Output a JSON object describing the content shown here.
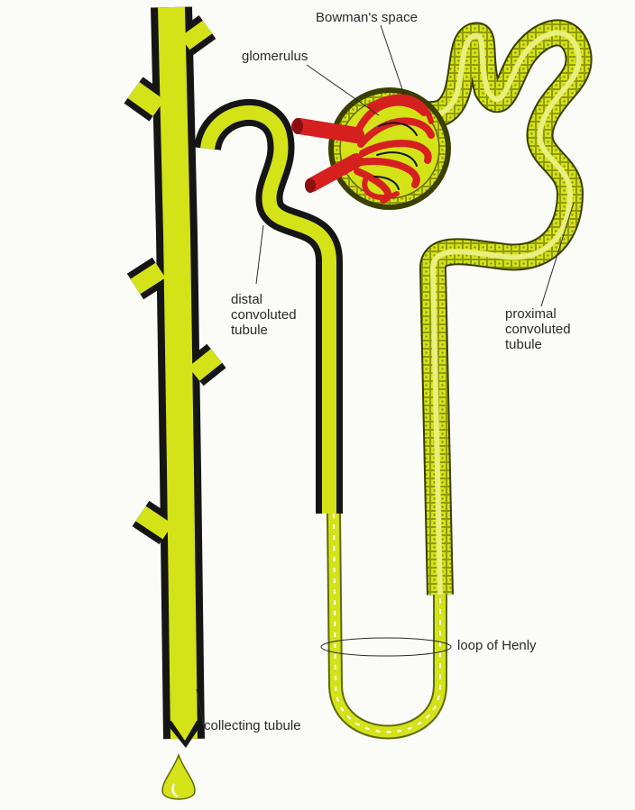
{
  "colors": {
    "background": "#fbfbf8",
    "tubule_fill": "#d4e218",
    "tubule_outline": "#151515",
    "blood_vessel": "#d62020",
    "epithelium_cell": "#bfcc10"
  },
  "labels": {
    "bowmans_space": "Bowman's space",
    "glomerulus": "glomerulus",
    "distal": [
      "distal",
      "convoluted",
      "tubule"
    ],
    "proximal": [
      "proximal",
      "convoluted",
      "tubule"
    ],
    "loop_of_henly": "loop of Henly",
    "collecting_tubule": "collecting tubule"
  }
}
